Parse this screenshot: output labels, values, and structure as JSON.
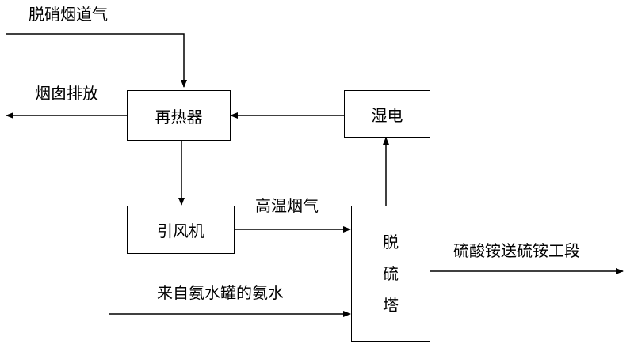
{
  "labels": {
    "denitration_flue_gas": "脱硝烟道气",
    "chimney_discharge": "烟囱排放",
    "high_temp_flue_gas": "高温烟气",
    "ammonia_water_in": "来自氨水罐的氨水",
    "ammonium_sulfate_out": "硫酸铵送硫铵工段"
  },
  "boxes": {
    "reheater": "再热器",
    "wet_esp": "湿电",
    "induced_draft_fan": "引风机",
    "desulfurization_tower": [
      "脱",
      "硫",
      "塔"
    ]
  }
}
